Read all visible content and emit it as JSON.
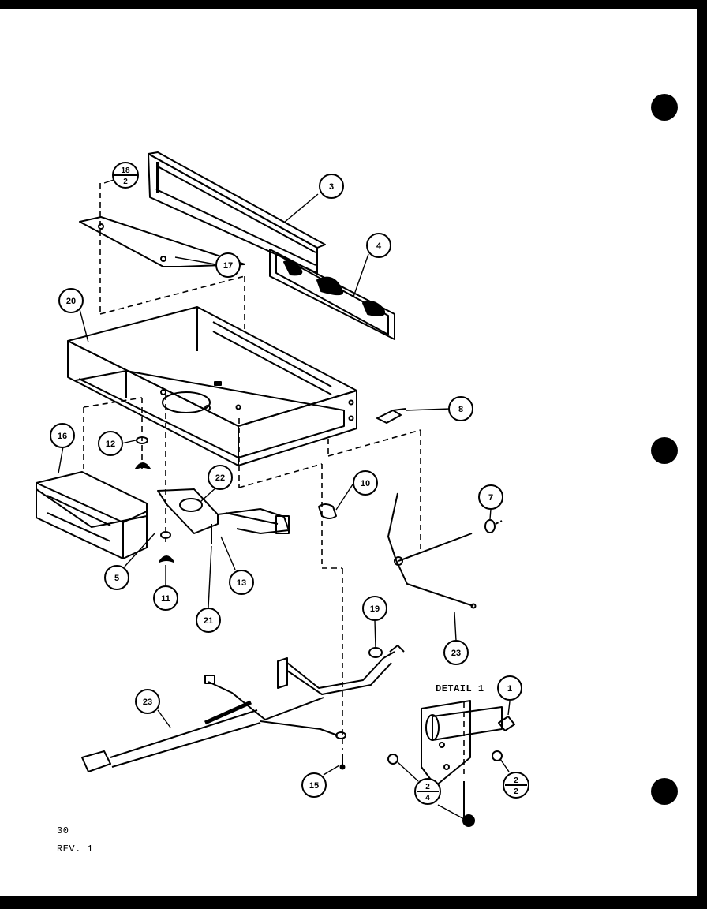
{
  "page": {
    "number": "30",
    "revision": "REV. 1",
    "detail_label": "DETAIL 1"
  },
  "callouts": [
    {
      "id": "c3",
      "label": "3"
    },
    {
      "id": "c4",
      "label": "4"
    },
    {
      "id": "c17",
      "label": "17"
    },
    {
      "id": "c20",
      "label": "20"
    },
    {
      "id": "c8",
      "label": "8"
    },
    {
      "id": "c16",
      "label": "16"
    },
    {
      "id": "c12",
      "label": "12"
    },
    {
      "id": "c22",
      "label": "22"
    },
    {
      "id": "c10",
      "label": "10"
    },
    {
      "id": "c7",
      "label": "7"
    },
    {
      "id": "c5",
      "label": "5"
    },
    {
      "id": "c11",
      "label": "11"
    },
    {
      "id": "c13",
      "label": "13"
    },
    {
      "id": "c21",
      "label": "21"
    },
    {
      "id": "c19",
      "label": "19"
    },
    {
      "id": "c23a",
      "label": "23"
    },
    {
      "id": "c23b",
      "label": "23"
    },
    {
      "id": "c1",
      "label": "1"
    },
    {
      "id": "c15",
      "label": "15"
    }
  ],
  "split_callouts": [
    {
      "id": "s18",
      "top": "18",
      "bottom": "2"
    },
    {
      "id": "s24",
      "top": "2",
      "bottom": "4"
    },
    {
      "id": "s22",
      "top": "2",
      "bottom": "2"
    }
  ]
}
